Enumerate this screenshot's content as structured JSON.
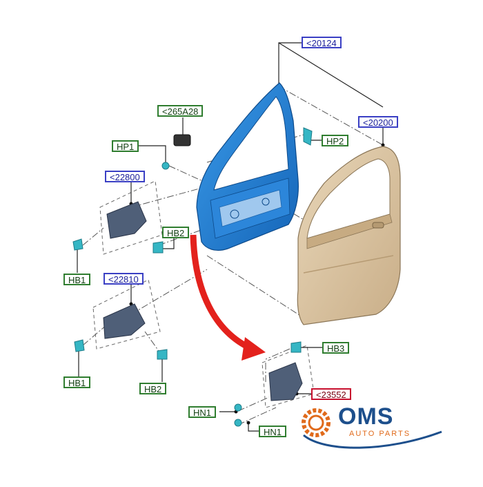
{
  "labels": {
    "p20124": "<20124",
    "p265a28": "<265A28",
    "p20200": "<20200",
    "hp1": "HP1",
    "hp2": "HP2",
    "p22800": "<22800",
    "hb2_upper": "HB2",
    "hb1_upper": "HB1",
    "p22810": "<22810",
    "hb1_lower": "HB1",
    "hb2_lower": "HB2",
    "hb3": "HB3",
    "p23552": "<23552",
    "hn1_upper": "HN1",
    "hn1_lower": "HN1"
  },
  "logo": {
    "main": "OMS",
    "sub": "AUTO PARTS"
  },
  "colors": {
    "part_label_border": "#3a3fc4",
    "hardware_label_border": "#2f7d2f",
    "highlight_label_border": "#c8102e",
    "door_frame": "#1f7fd6",
    "door_panel": "#d8c3a3",
    "hardware": "#35b6c4",
    "arrow": "#e3211c",
    "logo_blue": "#1d4f8c",
    "logo_orange": "#e06a1b"
  }
}
